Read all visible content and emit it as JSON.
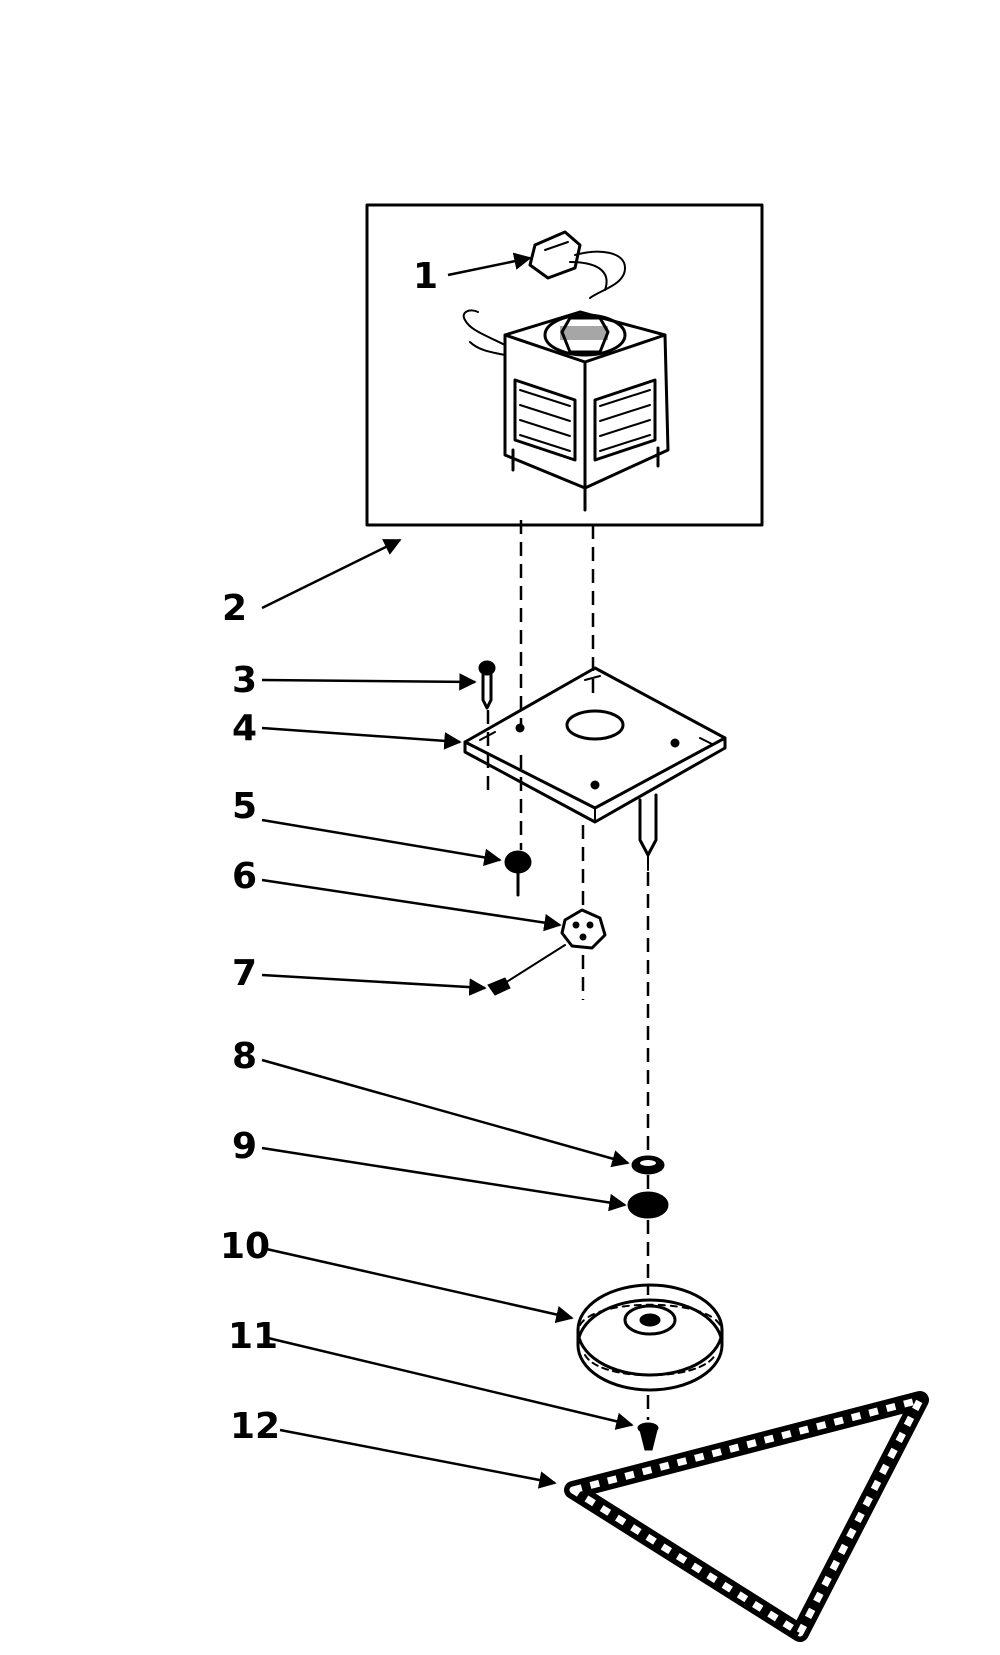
{
  "callouts": [
    {
      "id": "1",
      "label": "1"
    },
    {
      "id": "2",
      "label": "2"
    },
    {
      "id": "3",
      "label": "3"
    },
    {
      "id": "4",
      "label": "4"
    },
    {
      "id": "5",
      "label": "5"
    },
    {
      "id": "6",
      "label": "6"
    },
    {
      "id": "7",
      "label": "7"
    },
    {
      "id": "8",
      "label": "8"
    },
    {
      "id": "9",
      "label": "9"
    },
    {
      "id": "10",
      "label": "10"
    },
    {
      "id": "11",
      "label": "11"
    },
    {
      "id": "12",
      "label": "12"
    }
  ],
  "colors": {
    "ink": "#000000",
    "paper": "#ffffff"
  }
}
